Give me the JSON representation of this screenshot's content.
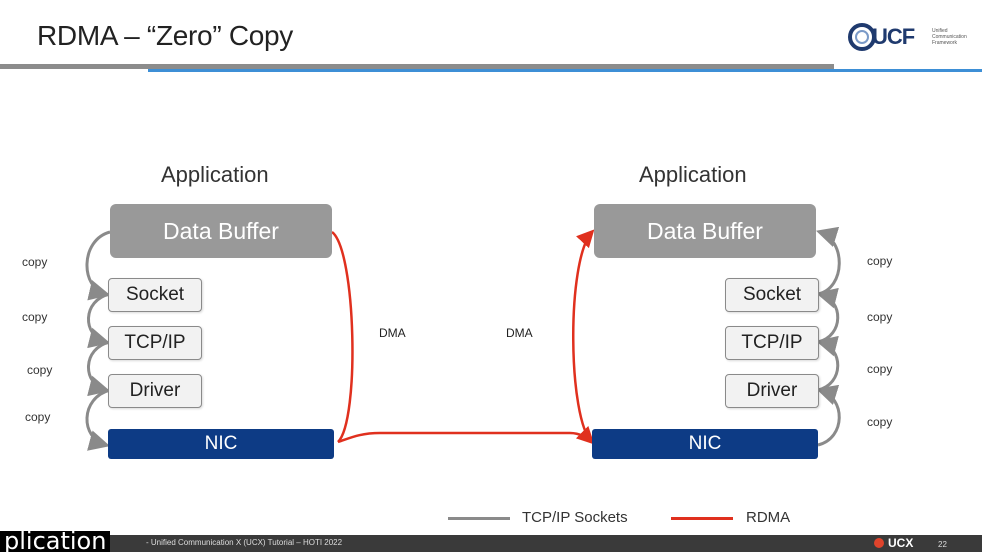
{
  "slide": {
    "title": "RDMA – “Zero” Copy",
    "logo": {
      "name": "UCF",
      "subtitle": "Unified Communication Framework"
    }
  },
  "left_stack": {
    "app_label": "Application",
    "buffer": "Data Buffer",
    "layers": [
      "Socket",
      "TCP/IP",
      "Driver"
    ],
    "nic": "NIC",
    "copy_labels": [
      "copy",
      "copy",
      "copy",
      "copy"
    ]
  },
  "right_stack": {
    "app_label": "Application",
    "buffer": "Data Buffer",
    "layers": [
      "Socket",
      "TCP/IP",
      "Driver"
    ],
    "nic": "NIC",
    "copy_labels": [
      "copy",
      "copy",
      "copy",
      "copy"
    ]
  },
  "dma_labels": {
    "left": "DMA",
    "right": "DMA"
  },
  "legend": {
    "tcp": "TCP/IP Sockets",
    "rdma": "RDMA"
  },
  "colors": {
    "tcp_line": "#8a8a8a",
    "rdma_line": "#e0301e",
    "nic": "#0d3b85",
    "buffer": "#999999"
  },
  "footer": {
    "caption": "plication",
    "text": "- Unified Communication X (UCX) Tutorial – HOTI 2022",
    "brand": "UCX",
    "page": "22"
  }
}
